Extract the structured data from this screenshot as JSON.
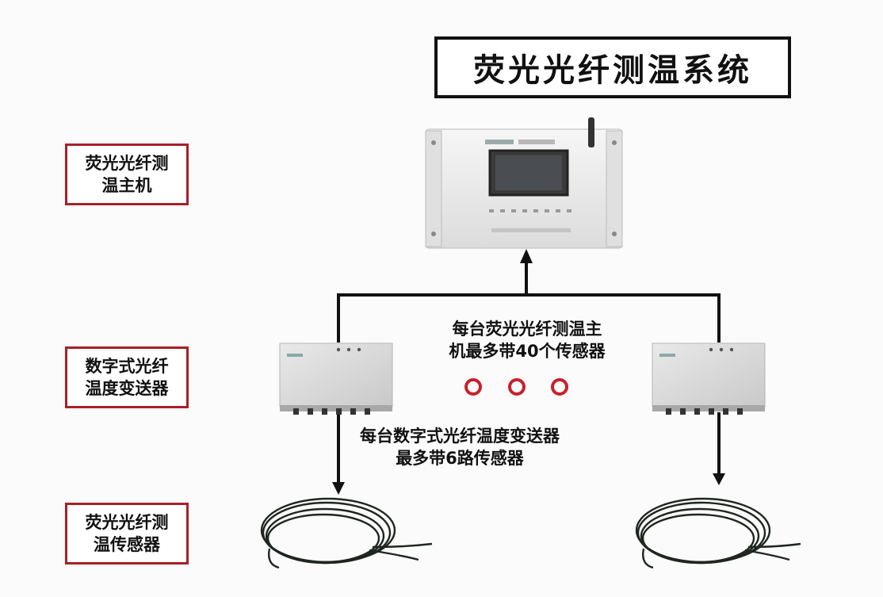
{
  "title": "荧光光纤测温系统",
  "labels": {
    "host": "荧光光纤测温主机",
    "transmitter": "数字式光纤温度变送器",
    "sensor": "荧光光纤测温传感器"
  },
  "notes": {
    "host_capacity_line1": "每台荧光光纤测温主",
    "host_capacity_line2": "机最多带40个传感器",
    "transmitter_capacity_line1": "每台数字式光纤温度变送器",
    "transmitter_capacity_line2": "最多带6路传感器"
  },
  "colors": {
    "label_border": "#a82028",
    "ellipsis_ring": "#c8202a",
    "line": "#111111"
  },
  "icons": {
    "host": "host-device-icon",
    "transmitter": "transmitter-device-icon",
    "sensor": "fiber-sensor-coil-icon",
    "ellipsis": "ellipsis-rings-icon"
  }
}
